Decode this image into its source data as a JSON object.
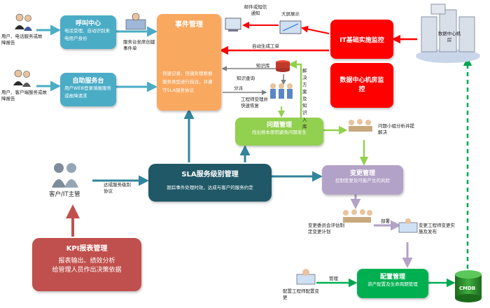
{
  "nodes": {
    "call_center": {
      "title": "呼叫中心",
      "body": "电话受理、自动识别来电用户身份"
    },
    "service_desk": {
      "title": "自助服务台",
      "body": "用户WEB登录填报服务或故障请求"
    },
    "event_mgmt": {
      "title": "事件管理",
      "body": "快速记录、快速处理根据服务类型进行指派，并遵守SLA服务协议"
    },
    "it_monitor": {
      "title": "IT基础实施监控"
    },
    "dc_monitor": {
      "title": "数据中心机房监控"
    },
    "problem_mgmt": {
      "title": "问题管理",
      "body": "找出根本原因避免问题发生"
    },
    "sla_mgmt": {
      "title": "SLA服务级别管理",
      "body": "跟踪事件处理时效，达成与客户的服务约定"
    },
    "change_mgmt": {
      "title": "变更管理",
      "body": "控制变更及可能产生的风险"
    },
    "kpi_mgmt": {
      "title": "KPI报表管理",
      "body1": "报表输出、绩效分析",
      "body2": "给管理人员作出决策依据"
    },
    "config_mgmt": {
      "title": "配置管理",
      "body": "资产配置及生命周期管理"
    },
    "cmdb": {
      "label": "CMDB"
    },
    "dc_room": {
      "label": "数据中心机房"
    }
  },
  "labels": {
    "user_phone": "用户、电话服务或故障报告",
    "user_client": "用户、客户端服务或故障报告",
    "desk_staff": "服务台坐席创建事件单",
    "email_sms": "邮件或短信通知",
    "big_screen": "大屏展示",
    "auto_ticket": "自动生成工单",
    "knowledge_base": "知识库",
    "knowledge_query": "知识查询",
    "dispatch": "分派",
    "engineer_accept": "工程师受理并快速恢复",
    "solve_input": "解决方案及知识入库",
    "group_analysis": "问题小组分析并提解决",
    "sla_agree": "达成服务级别协议",
    "customer": "客户/IT主管",
    "cab": "变更委员会评估制定变更计划",
    "deploy": "部署",
    "change_engineer": "变更工程师变更实施及发布",
    "config_engineer": "配置工程师配置变更",
    "manage": "管理"
  },
  "colors": {
    "teal": "#4bacc6",
    "orange": "#f9a860",
    "red": "#ff0000",
    "green": "#92d050",
    "dark_teal": "#205867",
    "lavender": "#b3a2c7",
    "brick": "#c0504d",
    "config_green": "#00b050",
    "dashed_green": "#00a650"
  }
}
